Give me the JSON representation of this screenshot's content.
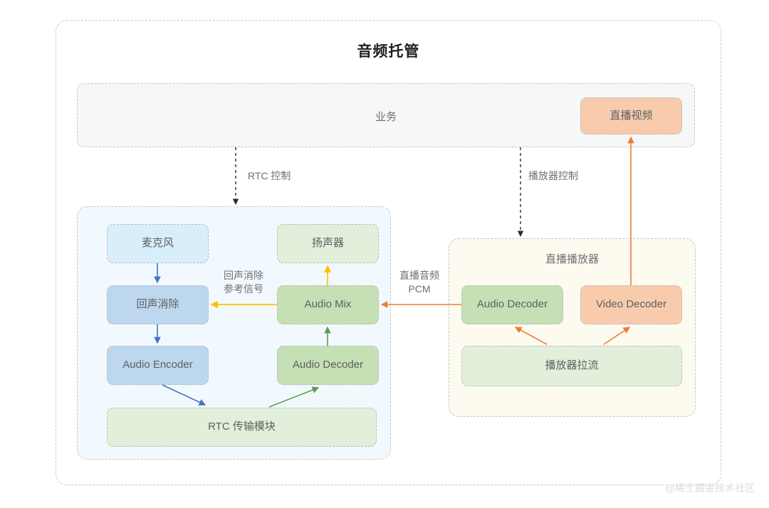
{
  "diagram": {
    "title": "音频托管",
    "watermark": "@稀土掘金技术社区",
    "colors": {
      "blue_light": "#d9eefb",
      "blue": "#bdd7ee",
      "green_light": "#e2efda",
      "green": "#c5e0b4",
      "orange": "#f8cbad",
      "group_blue_bg": "#f2f9fe",
      "group_orange_bg": "#fdfaef",
      "band_bg": "#f6f7f8",
      "arrow_blue": "#4472c4",
      "arrow_green": "#5e9c4f",
      "arrow_yellow": "#f5b game",
      "arrow_orange": "#ed7d31",
      "arrow_black": "#2b2b2b",
      "border_dash": "#b9bcc0"
    },
    "business_band": {
      "label": "业务",
      "live_video_node": "直播视频"
    },
    "rtc_group": {
      "nodes": [
        {
          "id": "mic",
          "label": "麦克风",
          "color": "blue_light"
        },
        {
          "id": "speaker",
          "label": "扬声器",
          "color": "green_light"
        },
        {
          "id": "aec",
          "label": "回声消除",
          "color": "blue"
        },
        {
          "id": "audio-mix",
          "label": "Audio Mix",
          "color": "green"
        },
        {
          "id": "audio-encoder",
          "label": "Audio Encoder",
          "color": "blue"
        },
        {
          "id": "audio-decoder",
          "label": "Audio Decoder",
          "color": "green"
        },
        {
          "id": "rtc-transport",
          "label": "RTC 传输模块",
          "color": "green_light"
        }
      ]
    },
    "player_group": {
      "title": "直播播放器",
      "nodes": [
        {
          "id": "player-audio-decoder",
          "label": "Audio Decoder",
          "color": "green"
        },
        {
          "id": "player-video-decoder",
          "label": "Video Decoder",
          "color": "orange"
        },
        {
          "id": "player-pull",
          "label": "播放器拉流",
          "color": "green_light"
        }
      ]
    },
    "edge_labels": {
      "rtc_control": "RTC 控制",
      "player_control": "播放器控制",
      "live_audio_pcm": "直播音频\nPCM",
      "aec_reference": "回声消除\n参考信号"
    }
  }
}
